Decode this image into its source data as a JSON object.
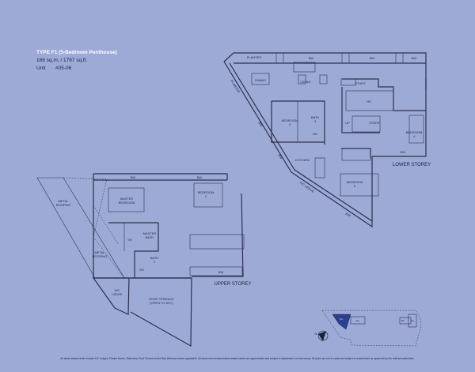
{
  "header": {
    "title": "TYPE F1 (5-Bedroom Penthouse)",
    "area": "166 sq.m. / 1787 sq.ft.",
    "unit_label": "Unit",
    "unit_value": "#05-06"
  },
  "lower": {
    "planter": "PLANTER",
    "planter_diag": "PLANTER",
    "bw": "BW",
    "dining": "DINING",
    "living": "LIVING",
    "study": "STUDY",
    "hs": "HS",
    "bedroom3": "BEDROOM",
    "bedroom3_num": "3",
    "bath3": "BATH",
    "bath3_num": "3",
    "sh": "SH",
    "up": "UP",
    "store": "STORE",
    "bedroom4": "BEDROOM",
    "bedroom4_num": "4",
    "kitchen": "KITCHEN",
    "ac_ledge": "A/C LEDGE",
    "bedroom5": "BEDROOM",
    "bedroom5_num": "5",
    "storey": "LOWER STOREY"
  },
  "upper": {
    "bw": "BW",
    "master_bedroom": "MASTER",
    "master_bedroom2": "BEDROOM",
    "bedroom2": "BEDROOM",
    "bedroom2_num": "2",
    "metal_roofing": "METAL",
    "metal_roofing2": "ROOFING",
    "sh": "SH",
    "master_bath": "MASTER",
    "master_bath2": "BATH",
    "bath2": "BATH",
    "bath2_num": "2",
    "ac": "A/C",
    "ledge": "LEDGE",
    "roof_terrace": "ROOF TERRACE",
    "open_to_sky": "(OPEN TO SKY)",
    "storey": "UPPER STOREY"
  },
  "keyplan": {
    "f1": "F1",
    "e1": "E1",
    "b1": "B1",
    "a1": "A1",
    "north": "N"
  },
  "colors": {
    "background": "#9eaad6",
    "highlight": "#2b3f8f"
  },
  "footer": "All areas stated herein include A/C Ledges, Planter Boxes, Balconies, Roof Terrace and/or Bay Windows where applicable. All areas and measurements stated herein are approximate and subject to adjustment on final survey. All plans are not to scale and subject to amendment as approved by the relevant authorities."
}
